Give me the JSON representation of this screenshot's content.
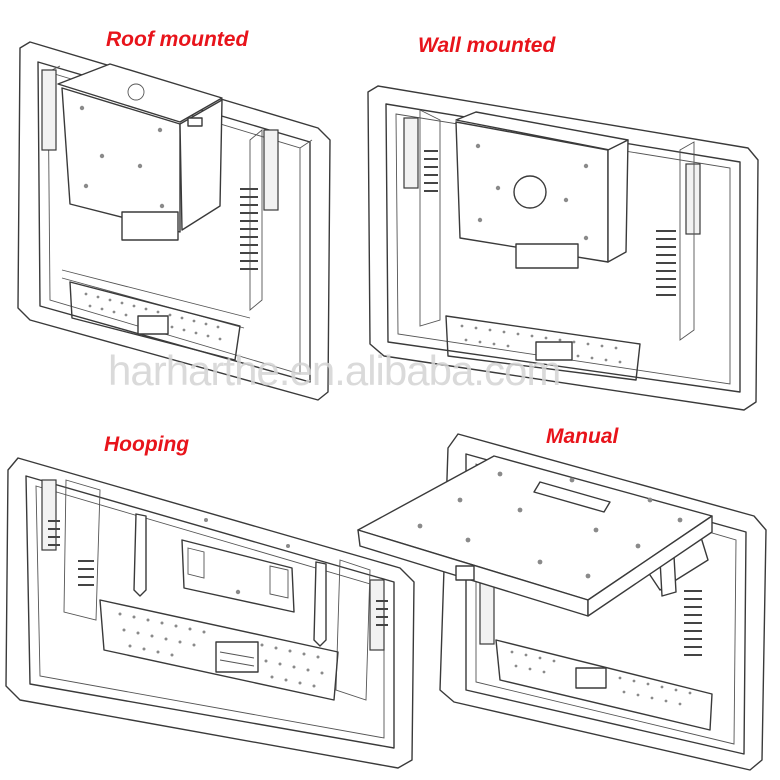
{
  "labels": {
    "roof": "Roof mounted",
    "wall": "Wall mounted",
    "hooping": "Hooping",
    "manual": "Manual"
  },
  "watermark": "harharthe.en.alibaba.com",
  "colors": {
    "label": "#e8141b",
    "line": "#3a3a3a",
    "watermark": "#d4d4d4"
  }
}
